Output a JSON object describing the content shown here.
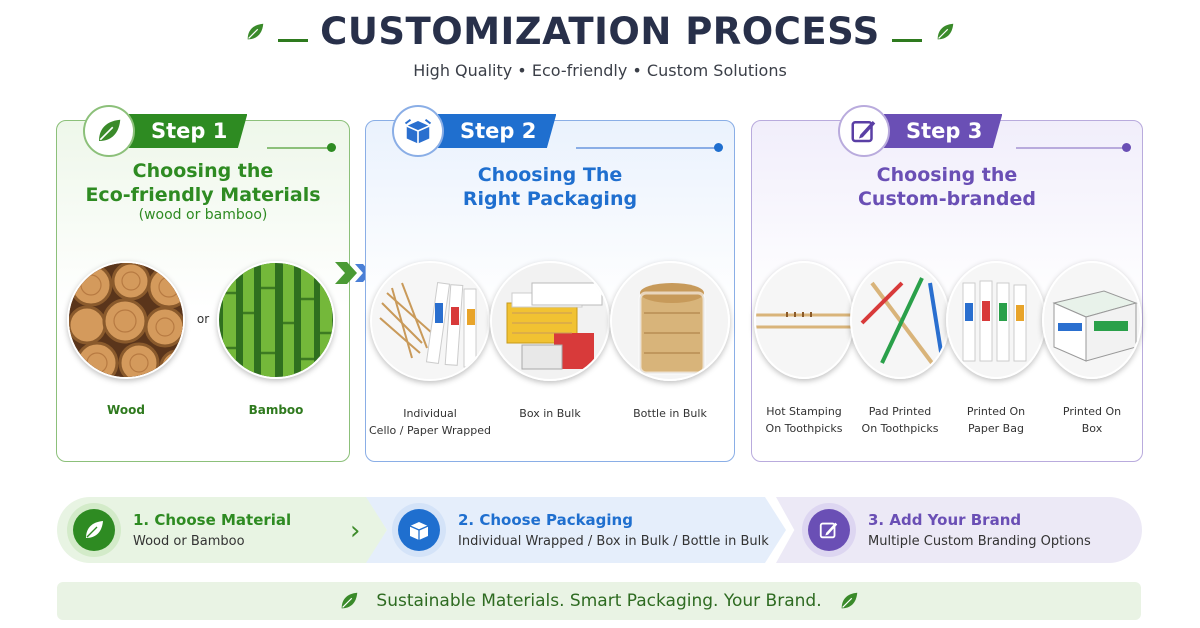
{
  "header": {
    "title": "CUSTOMIZATION PROCESS",
    "subtitle": "High Quality • Eco-friendly • Custom Solutions"
  },
  "steps": [
    {
      "badge": "Step 1",
      "title_line1": "Choosing the",
      "title_line2": "Eco-friendly Materials",
      "subtitle": "(wood or bamboo)",
      "icon": "leaf-icon",
      "color": "#2e8b22",
      "connector": "or",
      "options": [
        {
          "label": "Wood"
        },
        {
          "label": "Bamboo"
        }
      ]
    },
    {
      "badge": "Step 2",
      "title_line1": "Choosing The",
      "title_line2": "Right Packaging",
      "icon": "box-icon",
      "color": "#1f6fcf",
      "options": [
        {
          "label_line1": "Individual",
          "label_line2": "Cello / Paper Wrapped"
        },
        {
          "label_line1": "Box in Bulk"
        },
        {
          "label_line1": "Bottle in Bulk"
        }
      ]
    },
    {
      "badge": "Step 3",
      "title_line1": "Choosing the",
      "title_line2": "Custom-branded",
      "icon": "pencil-square-icon",
      "color": "#6a4fb5",
      "options": [
        {
          "label_line1": "Hot Stamping",
          "label_line2": "On Toothpicks"
        },
        {
          "label_line1": "Pad Printed",
          "label_line2": "On Toothpicks"
        },
        {
          "label_line1": "Printed On",
          "label_line2": "Paper Bag"
        },
        {
          "label_line1": "Printed On",
          "label_line2": "Box"
        }
      ]
    }
  ],
  "flow": [
    {
      "title": "1. Choose Material",
      "desc": "Wood or Bamboo",
      "color": "#2e8b22"
    },
    {
      "title": "2. Choose Packaging",
      "desc": "Individual Wrapped / Box in Bulk / Bottle in Bulk",
      "color": "#1f6fcf"
    },
    {
      "title": "3. Add Your Brand",
      "desc": "Multiple Custom Branding Options",
      "color": "#6a4fb5"
    }
  ],
  "footer": {
    "text": "Sustainable Materials. Smart Packaging. Your Brand."
  }
}
